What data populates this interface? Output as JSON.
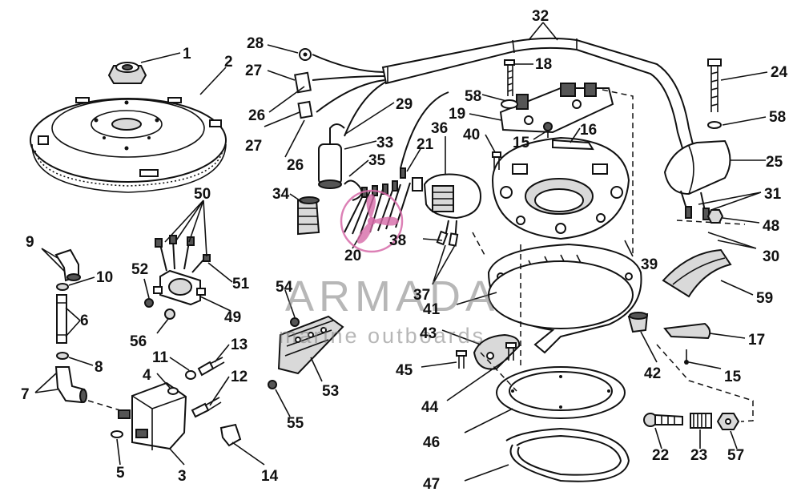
{
  "watermark": {
    "brand": "ARMADA",
    "tagline": "marine outboards",
    "logo_color": "#d66aa8",
    "text_color": "#7b7b7b"
  },
  "callouts": {
    "c1": "1",
    "c2": "2",
    "c3": "3",
    "c4": "4",
    "c5": "5",
    "c6": "6",
    "c7": "7",
    "c8": "8",
    "c9": "9",
    "c10": "10",
    "c11": "11",
    "c12": "12",
    "c13": "13",
    "c14": "14",
    "c15a": "15",
    "c15b": "15",
    "c16": "16",
    "c17": "17",
    "c18": "18",
    "c19": "19",
    "c20": "20",
    "c21": "21",
    "c22": "22",
    "c23": "23",
    "c24": "24",
    "c25": "25",
    "c26a": "26",
    "c26b": "26",
    "c27a": "27",
    "c27b": "27",
    "c28": "28",
    "c29": "29",
    "c30": "30",
    "c31": "31",
    "c32": "32",
    "c33": "33",
    "c34": "34",
    "c35": "35",
    "c36": "36",
    "c37": "37",
    "c38": "38",
    "c39": "39",
    "c40": "40",
    "c41": "41",
    "c42": "42",
    "c43": "43",
    "c44": "44",
    "c45": "45",
    "c46": "46",
    "c47": "47",
    "c48": "48",
    "c49": "49",
    "c50": "50",
    "c51": "51",
    "c52": "52",
    "c53": "53",
    "c54": "54",
    "c55": "55",
    "c56": "56",
    "c57": "57",
    "c58a": "58",
    "c58b": "58",
    "c59": "59"
  }
}
